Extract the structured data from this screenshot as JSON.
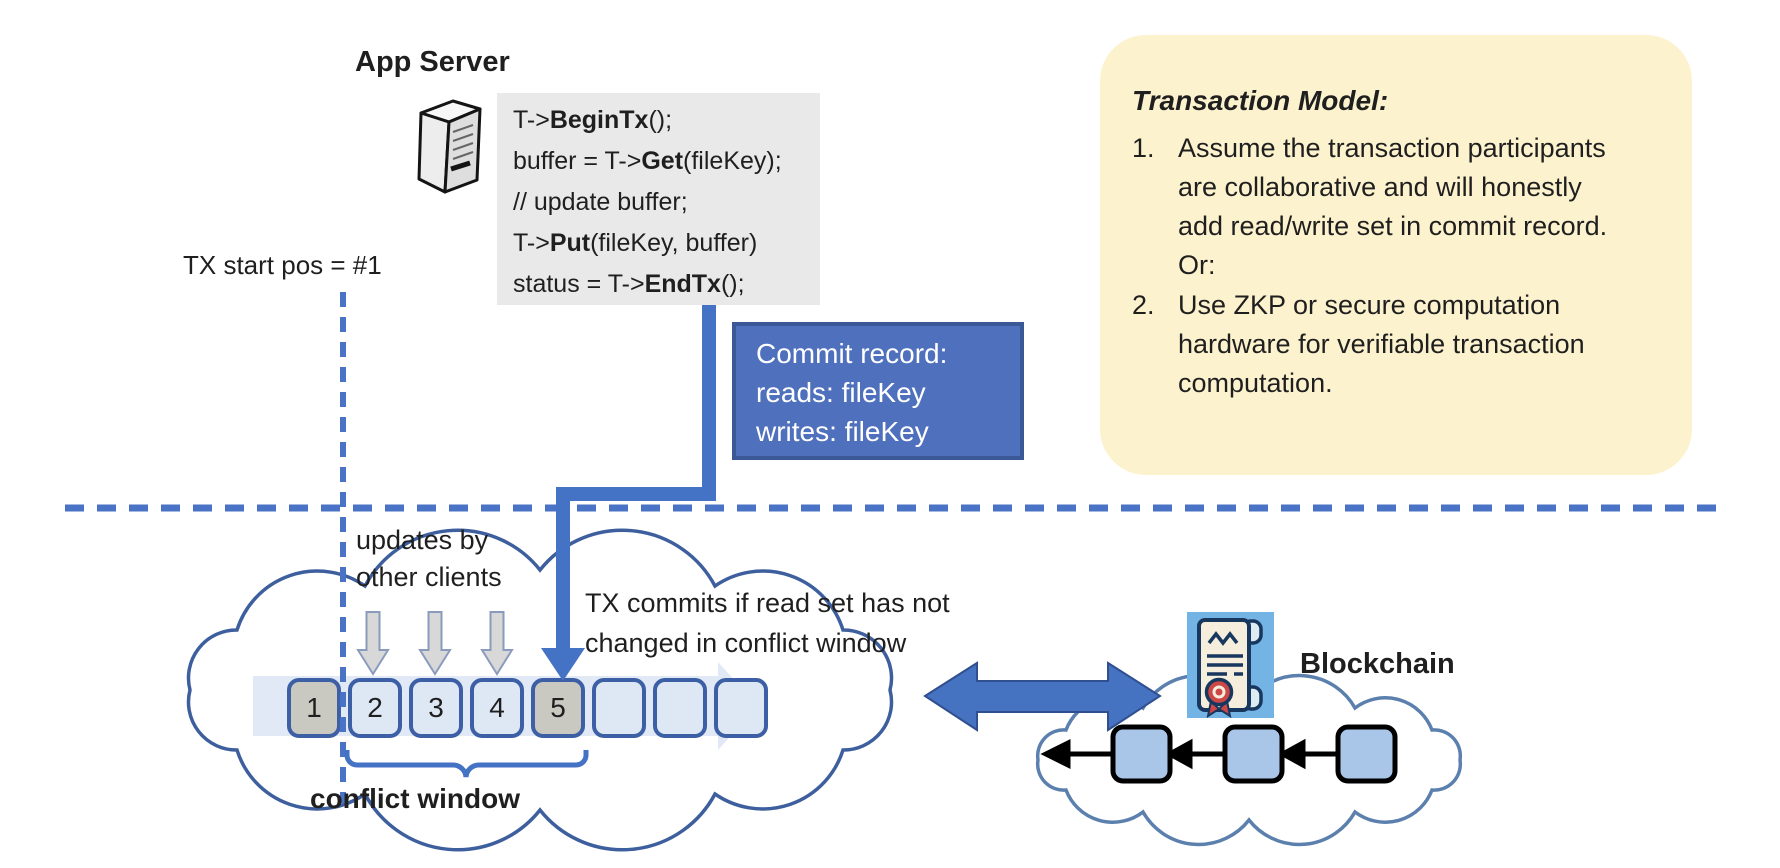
{
  "app_server": {
    "label": "App Server"
  },
  "code_block": {
    "lines": [
      "T->BeginTx();",
      "buffer = T->Get(fileKey);",
      "// update buffer;",
      "T->Put(fileKey, buffer)",
      "status = T->EndTx();"
    ],
    "bold_tokens": [
      "BeginTx",
      "Get",
      "Put",
      "EndTx"
    ]
  },
  "tx_start": {
    "label": "TX start pos = #1"
  },
  "commit_record": {
    "lines": [
      "Commit record:",
      "reads: fileKey",
      "writes: fileKey"
    ]
  },
  "transaction_model": {
    "title": "Transaction Model:",
    "items": [
      {
        "number": "1.",
        "text": "Assume the transaction participants are collaborative and will honestly add read/write set in commit record.  Or:"
      },
      {
        "number": "2.",
        "text": "Use ZKP or secure computation hardware for verifiable transaction computation."
      }
    ]
  },
  "timeline": {
    "updates_label": "updates by\nother clients",
    "commit_note": "TX commits if read set has not\nchanged in conflict window",
    "conflict_window_label": "conflict window",
    "slots": [
      {
        "label": "1",
        "highlighted": true
      },
      {
        "label": "2",
        "highlighted": false
      },
      {
        "label": "3",
        "highlighted": false
      },
      {
        "label": "4",
        "highlighted": false
      },
      {
        "label": "5",
        "highlighted": true
      },
      {
        "label": "",
        "highlighted": false
      },
      {
        "label": "",
        "highlighted": false
      },
      {
        "label": "",
        "highlighted": false
      }
    ]
  },
  "blockchain": {
    "label": "Blockchain",
    "block_count": 3
  },
  "colors": {
    "accent_blue": "#4472C4",
    "commit_box_fill": "#4F70BC",
    "commit_box_border": "#3A5796",
    "code_background": "#E9E9E9",
    "note_background": "#FCF2CE",
    "timeline_slot_blue": "#DEE8F5",
    "timeline_slot_gray": "#C9C9C2",
    "timeline_slot_border": "#3D5FA5",
    "timeline_band": "#C7D7EC",
    "client_arrow_gray": "#D8D8D8",
    "blockchain_block_fill": "#A9C6E8",
    "conflict_cloud_stroke": "#3E5F9E",
    "blockchain_cloud_stroke": "#5B80AE"
  }
}
